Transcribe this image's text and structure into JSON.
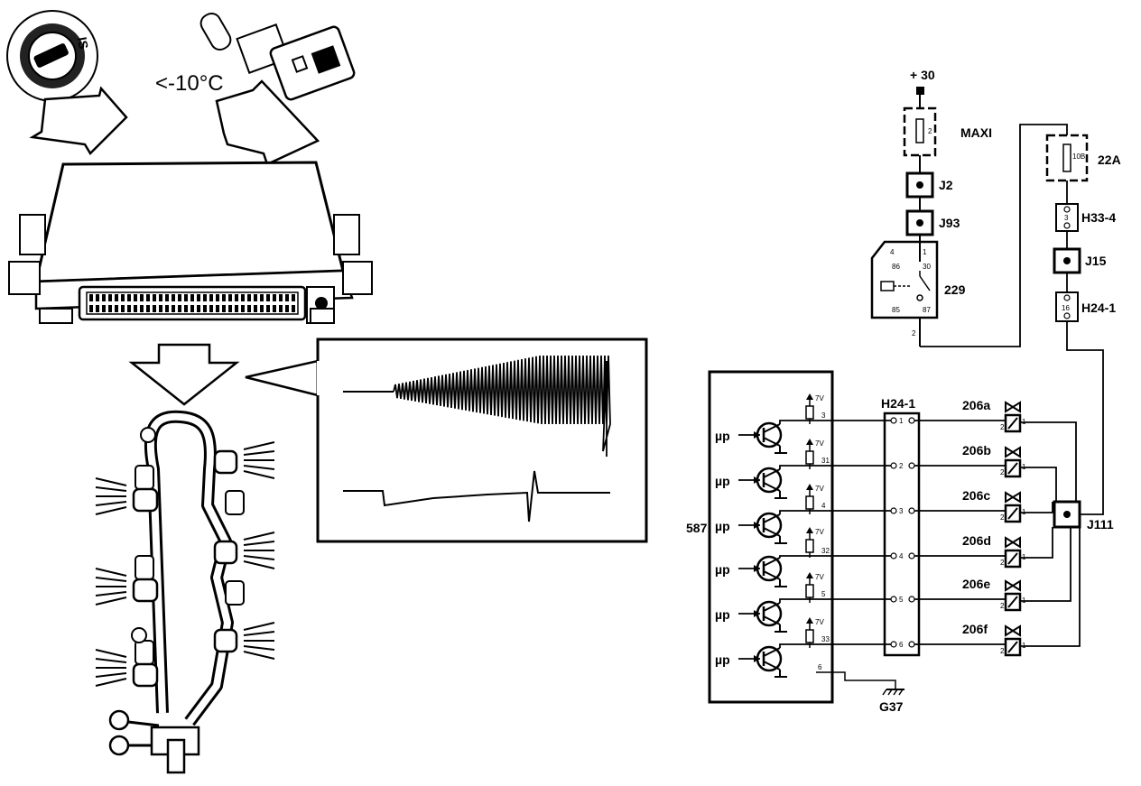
{
  "illustration": {
    "temperature": "<-10°C",
    "ignition_key_label": "IS"
  },
  "schematic": {
    "supply": "+ 30",
    "fuse_maxi": "MAXI",
    "fuse_maxi_value": "2",
    "fuse_22a": "22A",
    "fuse_22a_value": "10B",
    "connectors": {
      "j2": "J2",
      "j93": "J93",
      "h33_4": "H33-4",
      "j15": "J15",
      "h24_1_top": "H24-1",
      "h24_1_block": "H24-1",
      "j111": "J111"
    },
    "relay": {
      "label": "229",
      "pin_86": "86",
      "pin_30": "30",
      "pin_85": "85",
      "pin_87": "87",
      "pin_4": "4",
      "pin_1": "1",
      "pin_2": "2"
    },
    "ecu": {
      "label": "587",
      "mp_label": "µp",
      "supply_7v": "7V",
      "pins": [
        "3",
        "31",
        "4",
        "32",
        "5",
        "33"
      ],
      "ground_pin": "6"
    },
    "block_pins": [
      "1",
      "2",
      "3",
      "4",
      "5",
      "6"
    ],
    "injectors": [
      "206a",
      "206b",
      "206c",
      "206d",
      "206e",
      "206f"
    ],
    "injector_pin_1": "1",
    "injector_pin_2": "2",
    "ground": "G37",
    "h33_pin": "3",
    "h24_pin": "16"
  }
}
